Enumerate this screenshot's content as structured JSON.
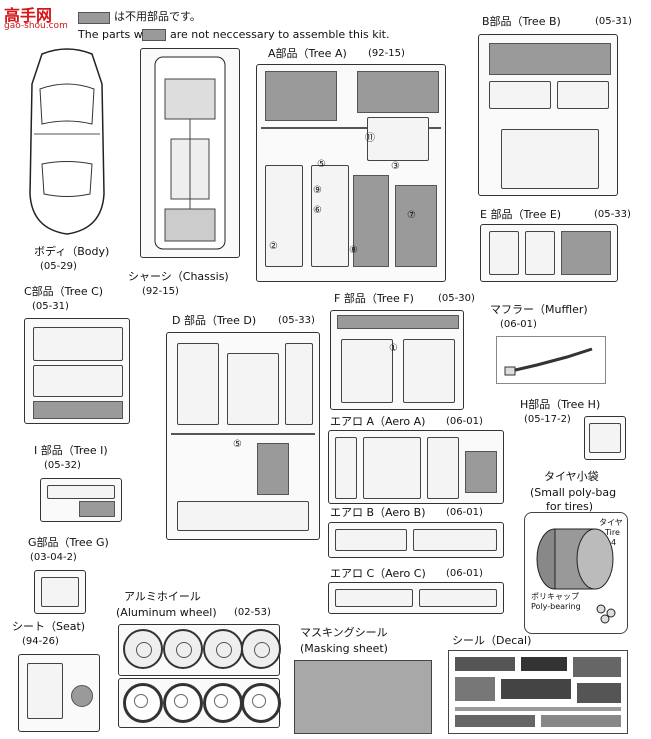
{
  "watermark": {
    "logo_text": "高手网",
    "url_text": "gao-shou.com"
  },
  "header": {
    "legend_jp": "は不用部品です。",
    "legend_en_prefix": "The parts with",
    "legend_en_suffix": "are not neccessary to assemble this kit."
  },
  "trees": {
    "body": {
      "label": "ボディ（Body)",
      "code": "(05-29)"
    },
    "chassis": {
      "label": "シャーシ（Chassis)",
      "code": "(92-15)"
    },
    "tree_a": {
      "label": "A部品（Tree A)",
      "code": "(92-15)"
    },
    "tree_b": {
      "label": "B部品（Tree B)",
      "code": "(05-31)"
    },
    "tree_e": {
      "label": "E 部品（Tree E)",
      "code": "(05-33)"
    },
    "tree_c": {
      "label": "C部品（Tree C)",
      "code": "(05-31)"
    },
    "tree_d": {
      "label": "D 部品（Tree D)",
      "code": "(05-33)"
    },
    "tree_f": {
      "label": "F 部品（Tree F)",
      "code": "(05-30)"
    },
    "muffler": {
      "label": "マフラー（Muffler)",
      "code": "(06-01)"
    },
    "tree_h": {
      "label": "H部品（Tree H)",
      "code": "(05-17-2)"
    },
    "aero_a": {
      "label": "エアロ A（Aero A)",
      "code": "(06-01)"
    },
    "tree_i": {
      "label": "I 部品（Tree I)",
      "code": "(05-32)"
    },
    "poly_bag": {
      "label_jp": "タイヤ小袋",
      "label_en1": "(Small poly-bag",
      "label_en2": "for tires)"
    },
    "aero_b": {
      "label": "エアロ B（Aero B)",
      "code": "(06-01)"
    },
    "tree_g": {
      "label": "G部品（Tree G)",
      "code": "(03-04-2)"
    },
    "aero_c": {
      "label": "エアロ C（Aero C)",
      "code": "(06-01)"
    },
    "wheel": {
      "label_jp": "アルミホイール",
      "label_en": "(Aluminum wheel)",
      "code": "(02-53)"
    },
    "seat": {
      "label": "シート（Seat)",
      "code": "(94-26)"
    },
    "masking": {
      "label_jp": "マスキングシール",
      "label_en": "(Masking sheet)"
    },
    "decal": {
      "label": "シール（Decal)"
    }
  },
  "tire_callouts": {
    "tire_jp": "タイヤ",
    "tire_en": "Tire",
    "tire_count": "4",
    "poly_jp": "ポリキャップ",
    "poly_en": "Poly-bearing"
  },
  "part_numbers": {
    "a_n1": "⑪",
    "a_n2": "⑤",
    "a_n3": "⑨",
    "a_n4": "⑥",
    "a_n5": "⑦",
    "a_n6": "②",
    "a_n7": "⑧",
    "a_n8": "③",
    "f_n1": "①",
    "d_n1": "⑤"
  },
  "colors": {
    "unused_grey": "#9a9a9a",
    "brand_red": "#d4161b"
  }
}
